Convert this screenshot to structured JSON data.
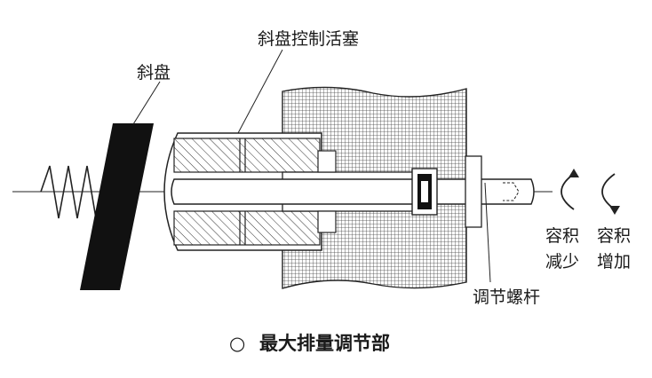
{
  "labels": {
    "swashplate": "斜盘",
    "control_piston": "斜盘控制活塞",
    "adjust_screw": "调节螺杆",
    "vol_decrease_1": "容积",
    "vol_decrease_2": "减少",
    "vol_increase_1": "容积",
    "vol_increase_2": "增加"
  },
  "caption": {
    "symbol": "○",
    "text": "最大排量调节部"
  }
}
